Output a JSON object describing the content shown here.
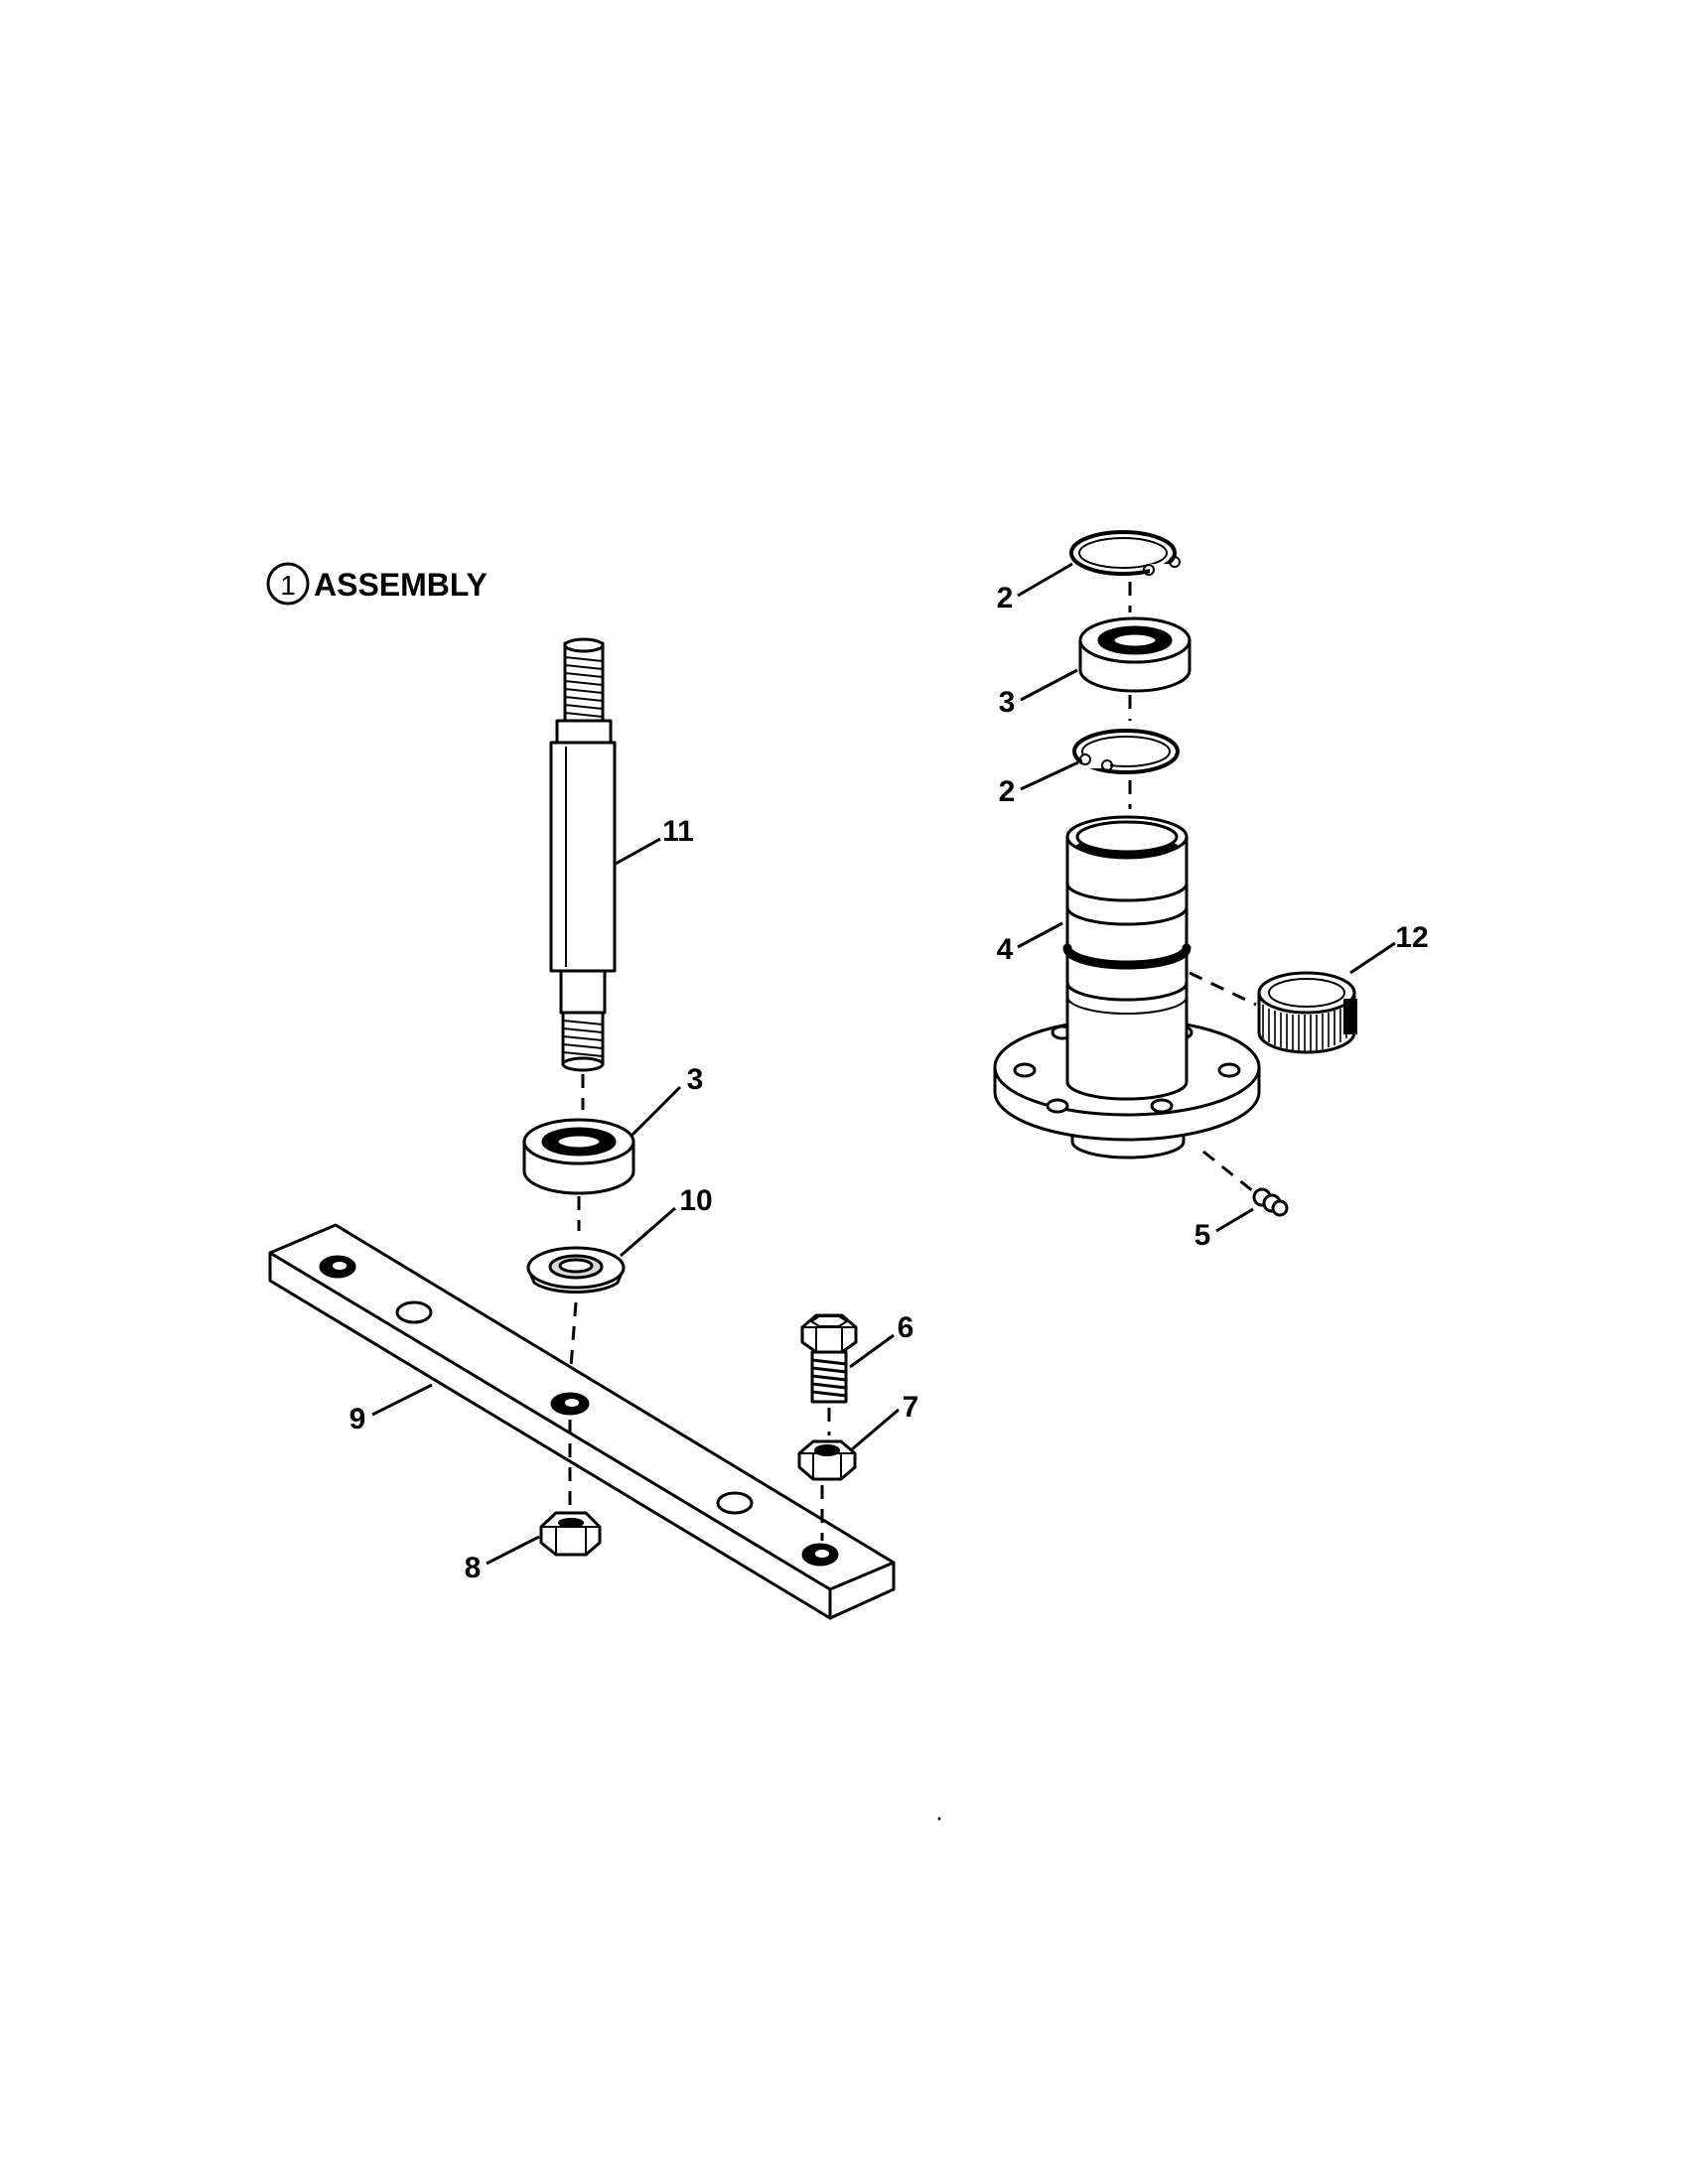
{
  "title": {
    "circle_number": "1",
    "text": "ASSEMBLY"
  },
  "callouts": {
    "c2a": "2",
    "c3a": "3",
    "c2b": "2",
    "c4": "4",
    "c12": "12",
    "c5": "5",
    "c11": "11",
    "c3b": "3",
    "c10": "10",
    "c6": "6",
    "c7": "7",
    "c9": "9",
    "c8": "8"
  }
}
